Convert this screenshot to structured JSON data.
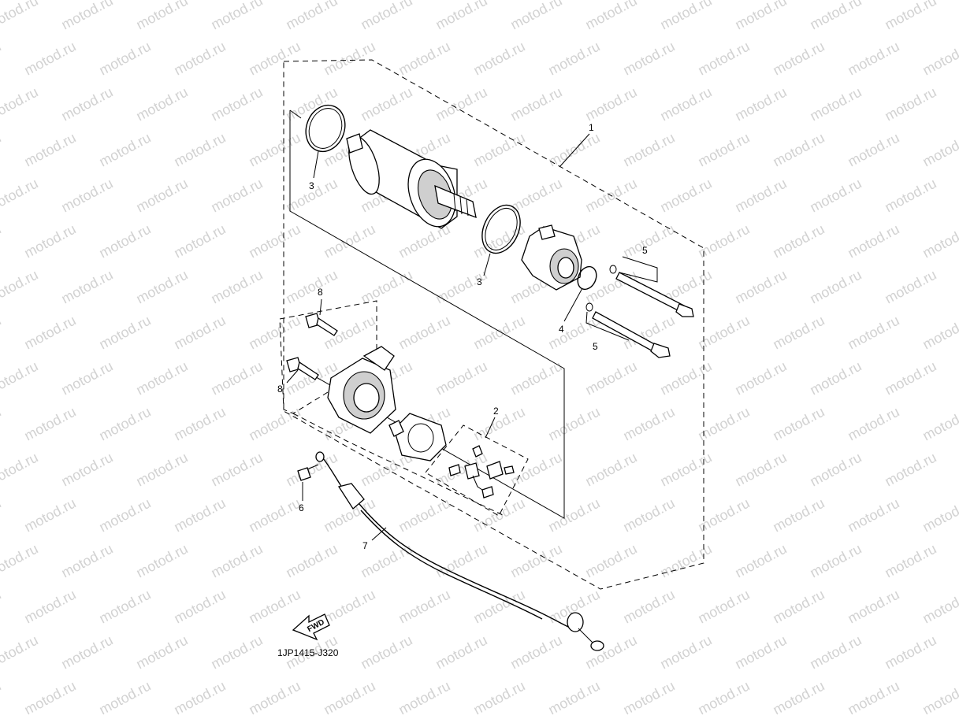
{
  "watermark": {
    "text": "motod.ru",
    "color": "#d2d2d2"
  },
  "diagram_code": "1JP1415-J320",
  "fwd_label": "FWD",
  "callouts": [
    {
      "id": "1",
      "label": "1"
    },
    {
      "id": "2",
      "label": "2"
    },
    {
      "id": "3a",
      "label": "3"
    },
    {
      "id": "3b",
      "label": "3"
    },
    {
      "id": "4",
      "label": "4"
    },
    {
      "id": "5a",
      "label": "5"
    },
    {
      "id": "5b",
      "label": "5"
    },
    {
      "id": "6",
      "label": "6"
    },
    {
      "id": "7",
      "label": "7"
    },
    {
      "id": "8a",
      "label": "8"
    },
    {
      "id": "8b",
      "label": "8"
    }
  ]
}
